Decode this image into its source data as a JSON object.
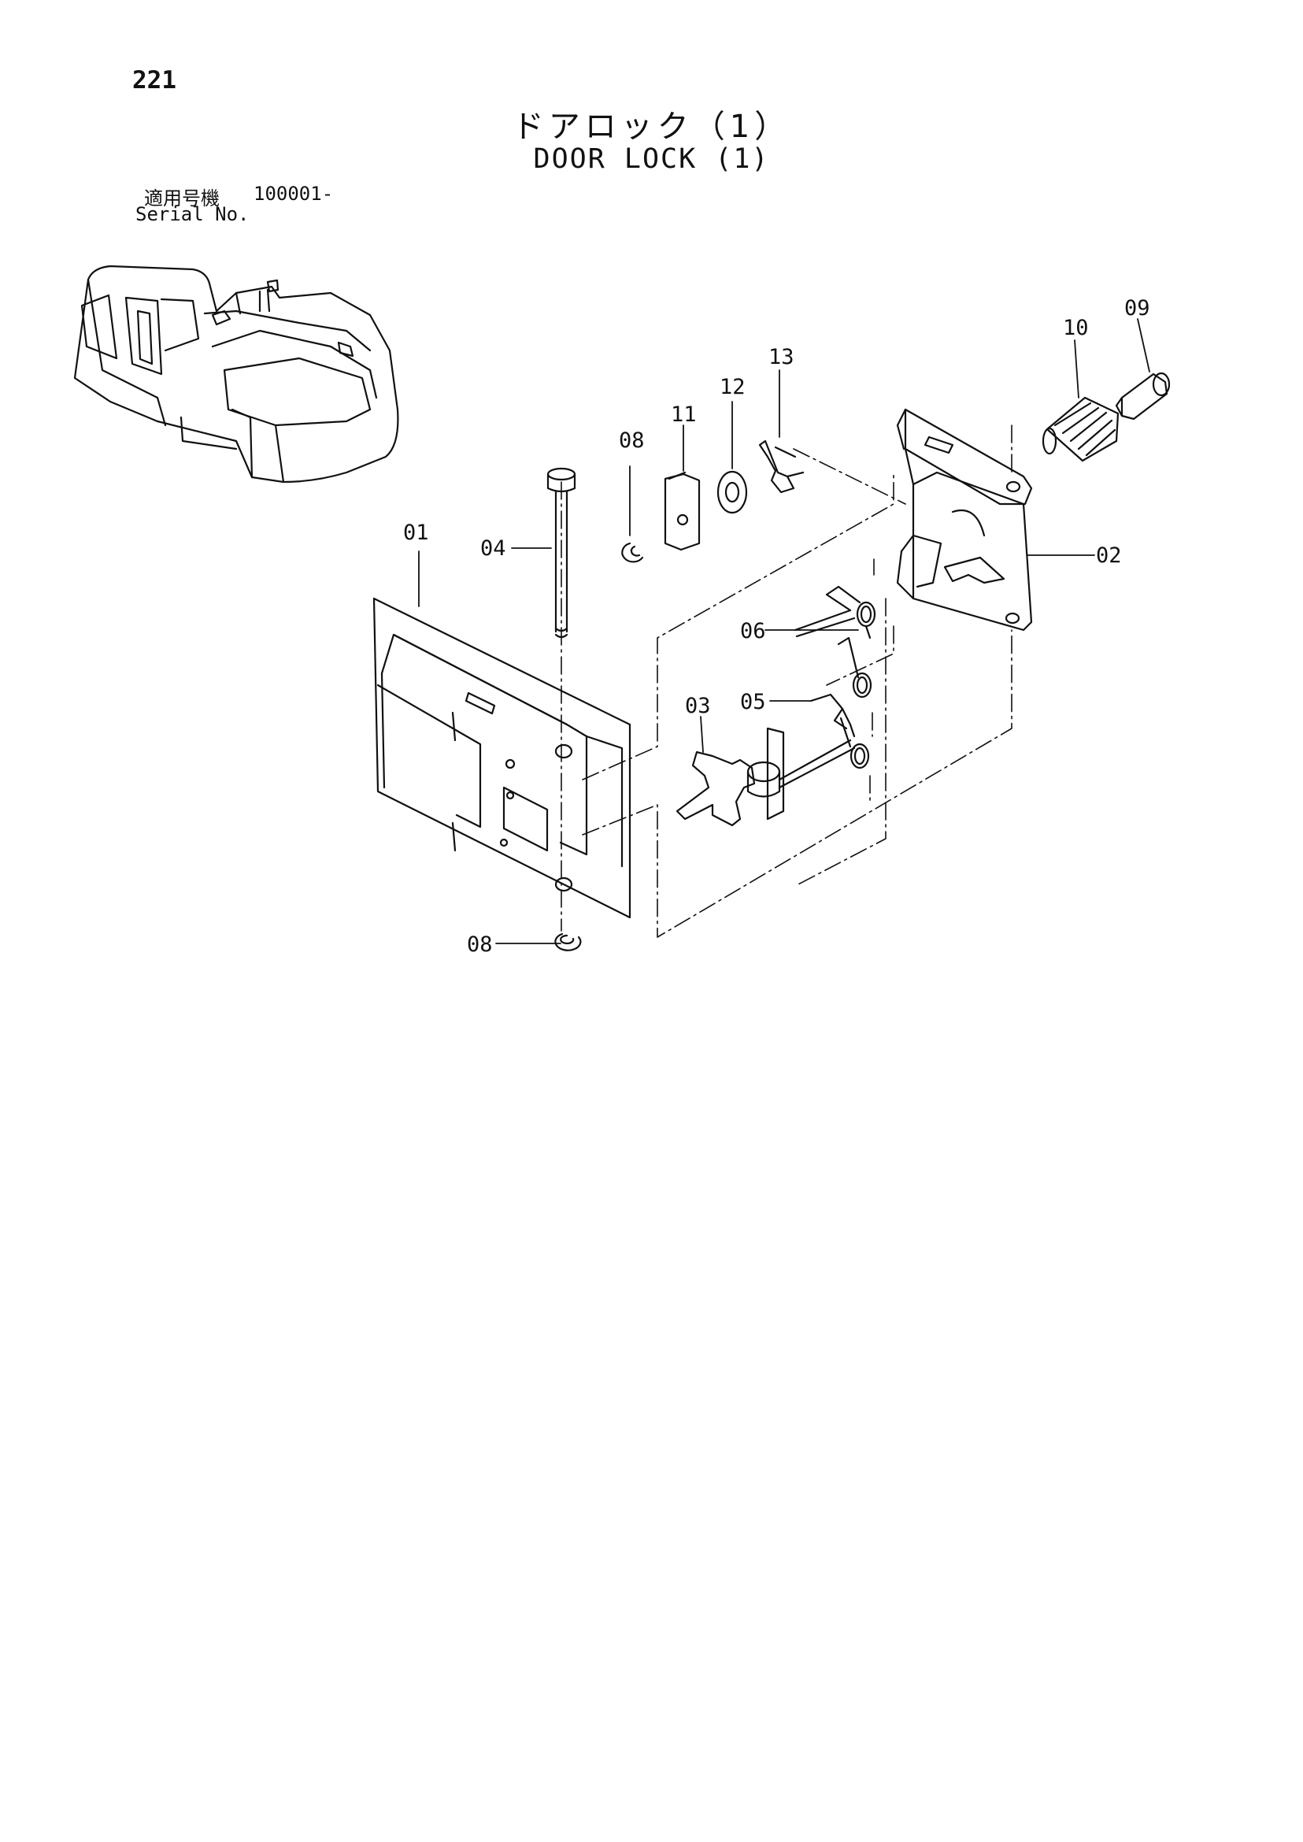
{
  "page": {
    "number": "221",
    "title_jp": "ドアロック（1）",
    "title_en": "DOOR LOCK (1)",
    "serial_label_jp": "適用号機",
    "serial_value": "100001-",
    "serial_label_en": "Serial No."
  },
  "callouts": [
    "01",
    "02",
    "03",
    "04",
    "05",
    "06",
    "08",
    "08",
    "09",
    "10",
    "11",
    "12",
    "13"
  ]
}
